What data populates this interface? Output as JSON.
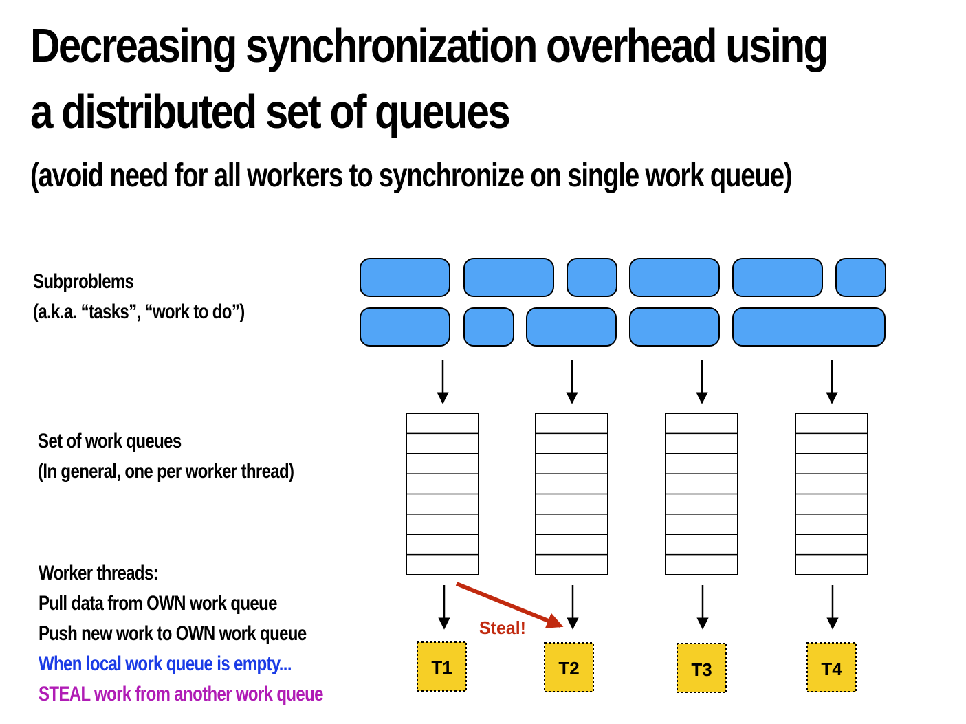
{
  "title_line1": "Decreasing synchronization overhead using",
  "title_line2": "a distributed set of queues",
  "subtitle": "(avoid need for all workers to synchronize on single work queue)",
  "subproblems": {
    "line1": "Subproblems",
    "line2": "(a.k.a. “tasks”, “work to do”)"
  },
  "queues_label": {
    "line1": "Set of work queues",
    "line2": "(In general, one per worker thread)"
  },
  "workers_label": {
    "line1": "Worker threads:",
    "line2": "Pull data from OWN work queue",
    "line3": "Push new work to OWN work queue",
    "line4": "When local work queue is empty...",
    "line5": "STEAL work from another work queue"
  },
  "threads": [
    "T1",
    "T2",
    "T3",
    "T4"
  ],
  "steal_label": "Steal!",
  "colors": {
    "task_fill": "#52a5f7",
    "thread_fill": "#f6cf26",
    "steal_arrow": "#c12a0f",
    "empty_note": "#1a3be6",
    "steal_note": "#b01cb5"
  }
}
